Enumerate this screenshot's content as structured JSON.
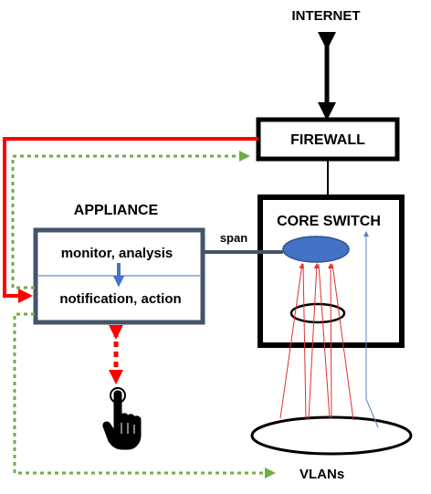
{
  "labels": {
    "internet": "INTERNET",
    "firewall": "FIREWALL",
    "appliance": "APPLIANCE",
    "core_switch": "CORE SWITCH",
    "monitor_analysis": "monitor, analysis",
    "notification_action": "notification, action",
    "span": "span",
    "vlans": "VLANs"
  },
  "icons": {
    "hand": "hand-pointer-icon"
  },
  "colors": {
    "alert_red": "#ff0000",
    "management_green": "#70ad47",
    "monitor_blue": "#4472c4",
    "appliance_frame": "#44546a",
    "traffic_red": "#e03030",
    "uplink_blue": "#5b7fc7"
  }
}
